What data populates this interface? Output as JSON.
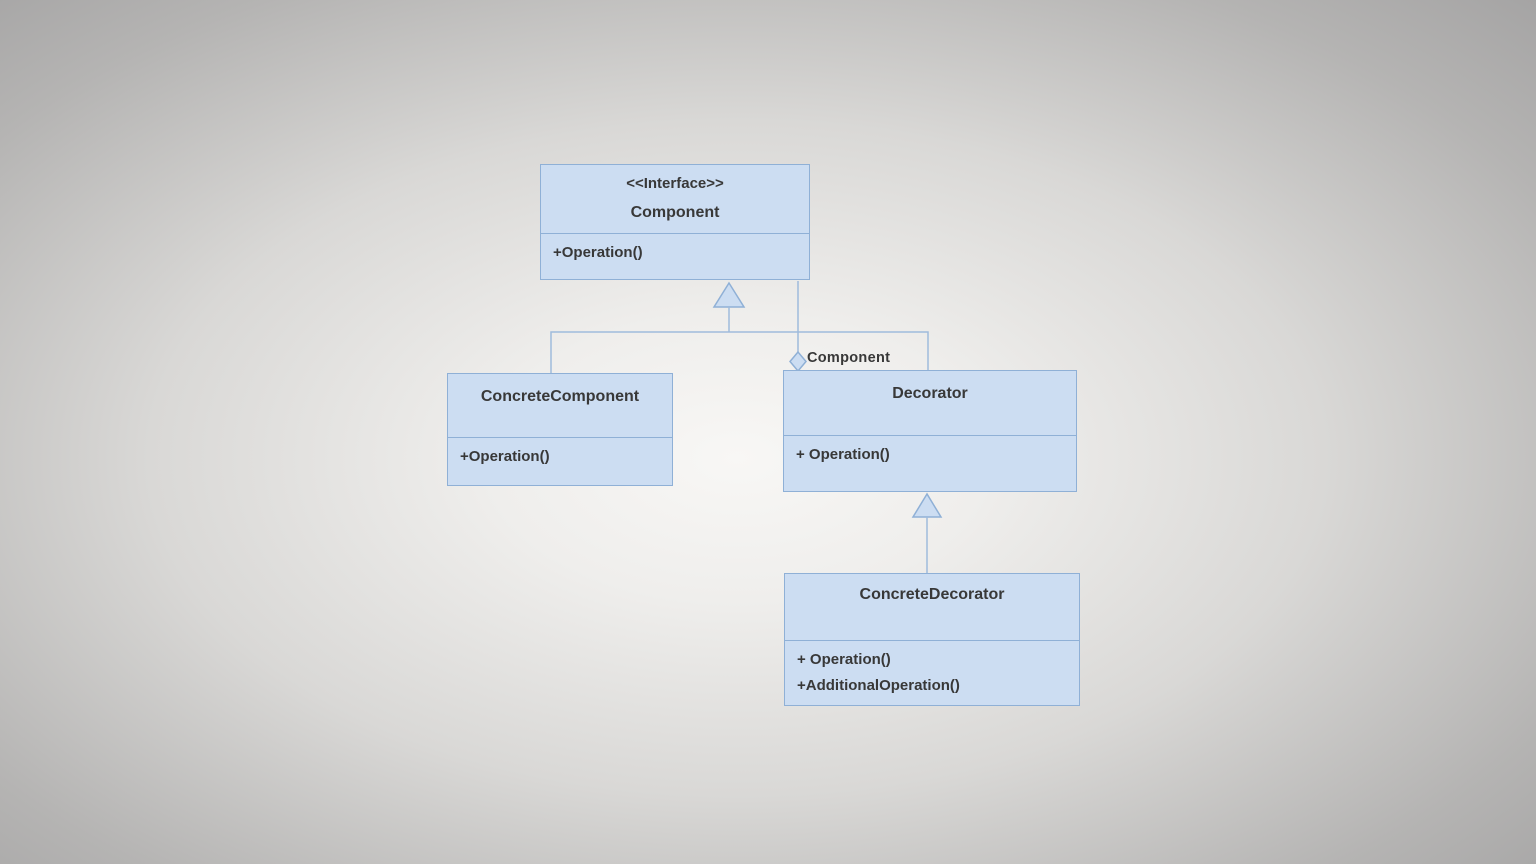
{
  "diagram": {
    "classes": [
      {
        "id": "component",
        "stereotype": "<<Interface>>",
        "name": "Component",
        "methods": [
          "+Operation()"
        ]
      },
      {
        "id": "concrete-component",
        "name": "ConcreteComponent",
        "methods": [
          "+Operation()"
        ]
      },
      {
        "id": "decorator",
        "name": "Decorator",
        "methods": [
          "+ Operation()"
        ]
      },
      {
        "id": "concrete-decorator",
        "name": "ConcreteDecorator",
        "methods": [
          "+ Operation()",
          "+AdditionalOperation()"
        ]
      }
    ],
    "relationships": [
      {
        "type": "generalization",
        "from": "ConcreteComponent",
        "to": "Component"
      },
      {
        "type": "generalization",
        "from": "Decorator",
        "to": "Component"
      },
      {
        "type": "aggregation",
        "from": "Decorator",
        "to": "Component",
        "label": "Component"
      },
      {
        "type": "generalization",
        "from": "ConcreteDecorator",
        "to": "Decorator"
      }
    ],
    "aggregation_label": "Component"
  },
  "colors": {
    "box_fill": "#ccddf2",
    "box_border": "#8fb0d6",
    "connector": "#9fbbdc",
    "text": "#383838",
    "bg_center": "#f8f7f5",
    "bg_edge": "#a5a4a4"
  }
}
